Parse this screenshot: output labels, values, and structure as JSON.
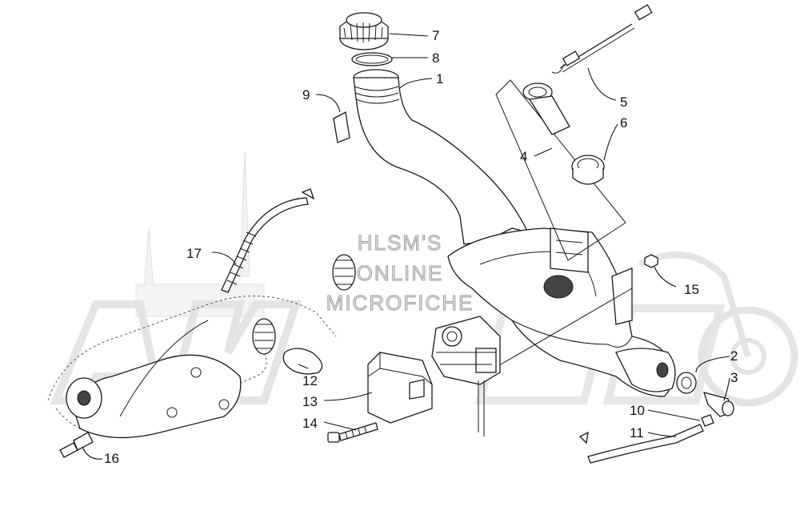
{
  "watermark": {
    "lines": [
      "HLSM'S",
      "ONLINE",
      "MICROFICHE"
    ]
  },
  "labels": {
    "p1": "1",
    "p2": "2",
    "p3": "3",
    "p4": "4",
    "p5": "5",
    "p6": "6",
    "p7": "7",
    "p8": "8",
    "p9": "9",
    "p10": "10",
    "p11": "11",
    "p12": "12",
    "p13": "13",
    "p14": "14",
    "p15": "15",
    "p16": "16",
    "p17": "17"
  }
}
